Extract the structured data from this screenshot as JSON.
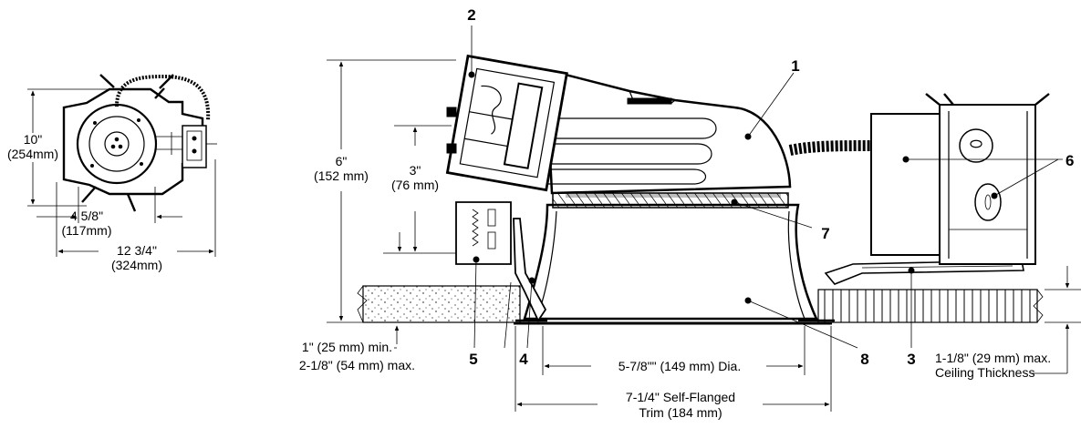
{
  "top_view": {
    "height_dim": "10\"",
    "height_metric": "(254mm)",
    "inner_width_dim": "4 5/8\"",
    "inner_width_metric": "(117mm)",
    "overall_width_dim": "12 3/4\"",
    "overall_width_metric": "(324mm)"
  },
  "side_view": {
    "overall_height_dim": "6\"",
    "overall_height_metric": "(152 mm)",
    "lamp_height_dim": "3\"",
    "lamp_height_metric": "(76 mm)",
    "ceiling_min": "1\" (25 mm) min.",
    "ceiling_max": "2-1/8\" (54 mm) max.",
    "aperture_dim": "5-7/8\"\" (149 mm)  Dia.",
    "trim_dim_line1": "7-1/4\" Self-Flanged",
    "trim_dim_line2": "Trim (184 mm)",
    "ceiling_thickness_line1": "1-1/8\" (29 mm) max.",
    "ceiling_thickness_line2": "Ceiling Thickness"
  },
  "callouts": [
    "1",
    "2",
    "3",
    "4",
    "5",
    "6",
    "7",
    "8"
  ]
}
